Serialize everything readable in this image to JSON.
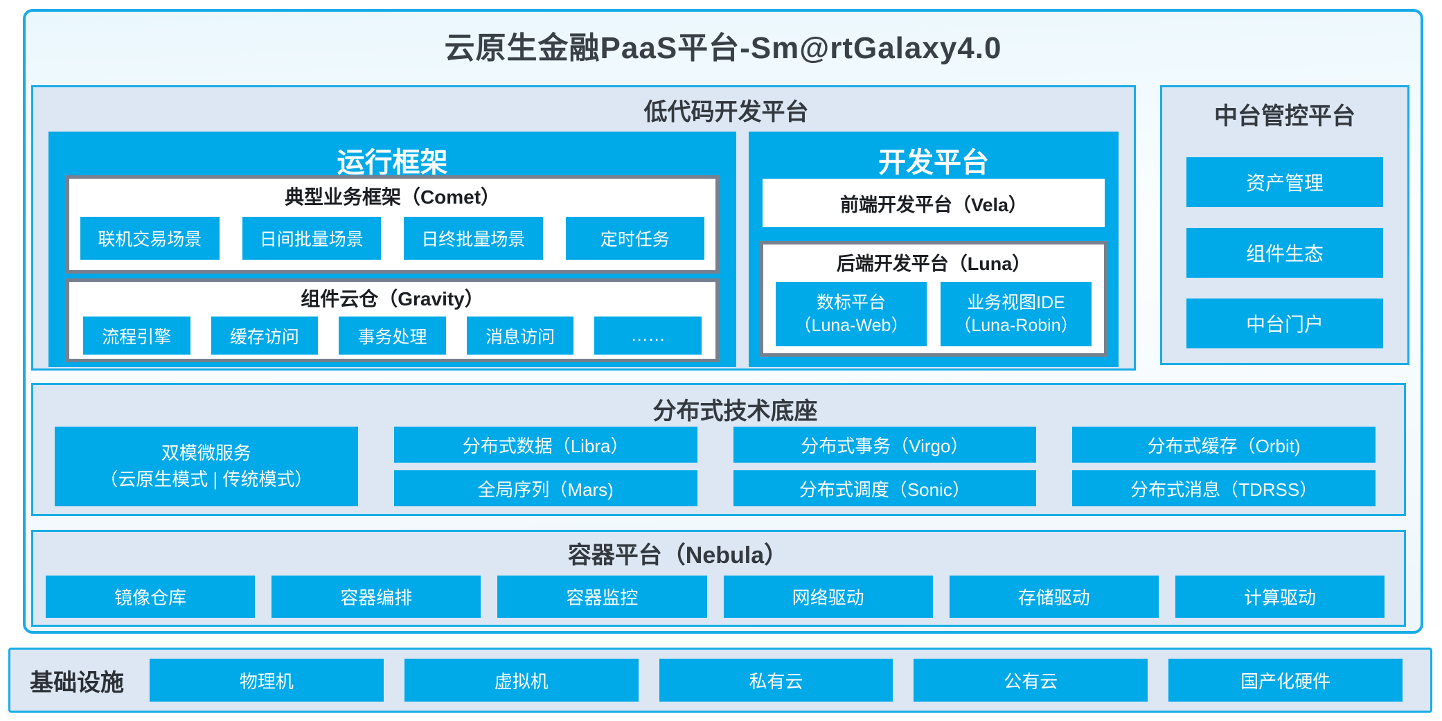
{
  "title": "云原生金融PaaS平台-Sm@rtGalaxy4.0",
  "colors": {
    "accent_blue": "#00a9e8",
    "border_blue": "#18ace6",
    "panel_bg": "#dce7f3",
    "box_border_gray": "#77808e",
    "dark_text": "#34383f"
  },
  "low_code": {
    "header": "低代码开发平台",
    "runtime": {
      "title": "运行框架",
      "comet": {
        "title": "典型业务框架（Comet）",
        "items": [
          "联机交易场景",
          "日间批量场景",
          "日终批量场景",
          "定时任务"
        ]
      },
      "gravity": {
        "title": "组件云仓（Gravity）",
        "items": [
          "流程引擎",
          "缓存访问",
          "事务处理",
          "消息访问",
          "……"
        ]
      }
    },
    "dev": {
      "title": "开发平台",
      "vela": {
        "title": "前端开发平台（Vela）"
      },
      "luna": {
        "title": "后端开发平台（Luna）",
        "items": [
          {
            "line1": "数标平台",
            "line2": "（Luna-Web）"
          },
          {
            "line1": "业务视图IDE",
            "line2": "（Luna-Robin）"
          }
        ]
      }
    }
  },
  "mid_platform": {
    "header": "中台管控平台",
    "items": [
      "资产管理",
      "组件生态",
      "中台门户"
    ]
  },
  "distributed": {
    "header": "分布式技术底座",
    "dual_mode": {
      "line1": "双模微服务",
      "line2": "（云原生模式 | 传统模式）"
    },
    "row1": [
      "分布式数据（Libra）",
      "分布式事务（Virgo）",
      "分布式缓存（Orbit)"
    ],
    "row2": [
      "全局序列（Mars)",
      "分布式调度（Sonic）",
      "分布式消息（TDRSS）"
    ]
  },
  "container_platform": {
    "header": "容器平台（Nebula）",
    "items": [
      "镜像仓库",
      "容器编排",
      "容器监控",
      "网络驱动",
      "存储驱动",
      "计算驱动"
    ]
  },
  "infrastructure": {
    "header": "基础设施",
    "items": [
      "物理机",
      "虚拟机",
      "私有云",
      "公有云",
      "国产化硬件"
    ]
  }
}
